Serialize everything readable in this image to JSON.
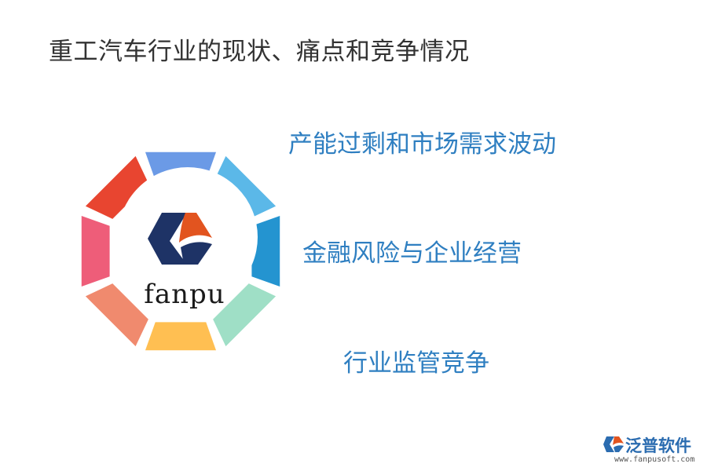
{
  "header": {
    "title": "重工汽车行业的现状、痛点和竞争情况"
  },
  "points": [
    {
      "text": "产能过剩和市场需求波动"
    },
    {
      "text": "金融风险与企业经营"
    },
    {
      "text": "行业监管竞争"
    }
  ],
  "logo": {
    "text": "fanpu"
  },
  "brand": {
    "name": "泛普软件",
    "url": "www.fanpusoft.com"
  },
  "colors": {
    "title": "#333333",
    "point_text": "#2f7fc1",
    "segments": [
      "#6b9ae6",
      "#5bb8e8",
      "#2494d0",
      "#9fdfc6",
      "#ffbf52",
      "#f08a6e",
      "#ee5d79",
      "#e84530"
    ],
    "logo_navy": "#1e3366",
    "logo_orange": "#e2541f"
  }
}
